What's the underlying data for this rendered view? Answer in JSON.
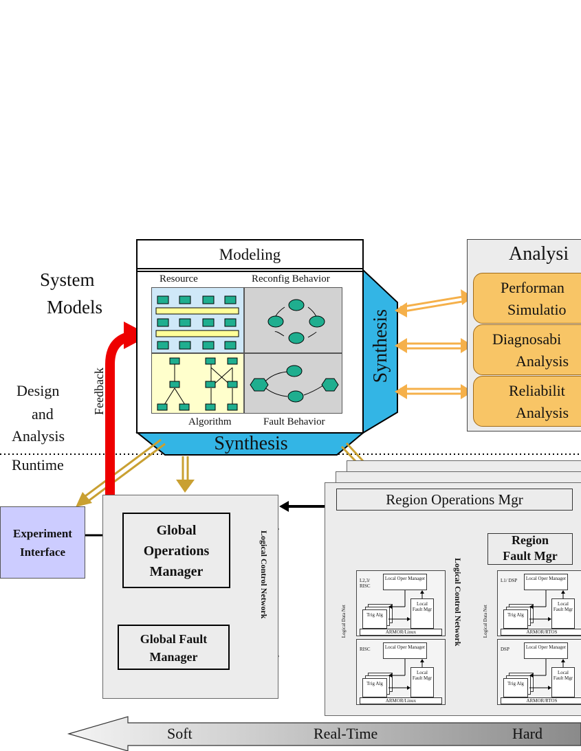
{
  "left_labels": {
    "system_models_1": "System",
    "system_models_2": "Models",
    "design_1": "Design",
    "design_2": "and",
    "design_3": "Analysis",
    "runtime": "Runtime",
    "feedback": "Feedback"
  },
  "modeling": {
    "title": "Modeling",
    "resource": "Resource",
    "reconfig": "Reconfig Behavior",
    "algorithm": "Algorithm",
    "fault": "Fault Behavior",
    "synthesis_bottom": "Synthesis",
    "synthesis_side": "Synthesis"
  },
  "analysis": {
    "title": "Analysi",
    "boxes": [
      {
        "line1": "Performan",
        "line2": "Simulatio"
      },
      {
        "line1": "Diagnosabi",
        "line2": "Analysis"
      },
      {
        "line1": "Reliabilit",
        "line2": "Analysis"
      }
    ]
  },
  "runtime": {
    "experiment_1": "Experiment",
    "experiment_2": "Interface",
    "gom_1": "Global",
    "gom_2": "Operations",
    "gom_3": "Manager",
    "gfm_1": "Global Fault",
    "gfm_2": "Manager",
    "lcn_left": "Logical Control Network",
    "lcn_right": "Logical Control Network",
    "region_ops": "Region Operations Mgr",
    "region_fault_1": "Region",
    "region_fault_2": "Fault Mgr",
    "logical_data_net": "Logical Data Net",
    "nodes": [
      {
        "proc": "L2,3/ RISC",
        "mgr": "Local Oper Manager",
        "trig": "Trig Alg",
        "lfm": "Local Fault Mgr",
        "armor": "ARMOR/Linux"
      },
      {
        "proc": "RISC",
        "mgr": "Local Oper Manager",
        "trig": "Trig Alg",
        "lfm": "Local Fault Mgr",
        "armor": "ARMOR/Linux"
      },
      {
        "proc": "L1/ DSP",
        "mgr": "Local Oper Manager",
        "trig": "Trig Alg",
        "lfm": "Local Fault Mgr",
        "armor": "ARMOR/RTOS"
      },
      {
        "proc": "DSP",
        "mgr": "Local Oper Manager",
        "trig": "Trig Alg",
        "lfm": "Local Fault Mgr",
        "armor": "ARMOR/RTOS"
      }
    ]
  },
  "realtime": {
    "soft": "Soft",
    "middle": "Real-Time",
    "hard": "Hard"
  },
  "colors": {
    "teal": "#1fae8f",
    "cyan": "#33b5e5",
    "orange": "#f8c566",
    "yellow": "#ffff99",
    "red": "#ee0000",
    "lavender": "#ccccff"
  }
}
